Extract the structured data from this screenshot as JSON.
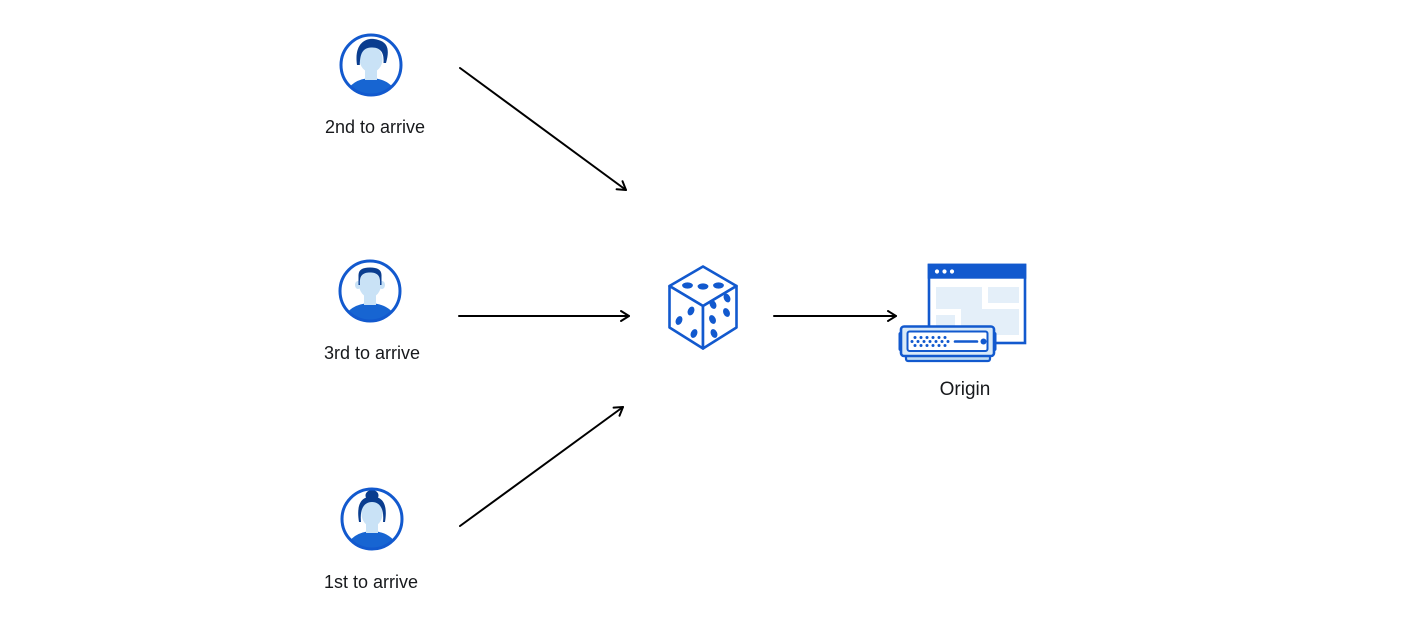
{
  "diagram": {
    "title": "request-coalescing-random-selection-diagram",
    "nodes": {
      "second": {
        "label": "2nd to arrive",
        "icon": "user-male-avatar-icon"
      },
      "third": {
        "label": "3rd to arrive",
        "icon": "user-male-avatar-icon"
      },
      "first": {
        "label": "1st to arrive",
        "icon": "user-female-avatar-icon"
      },
      "dice": {
        "icon": "dice-icon"
      },
      "origin": {
        "label": "Origin",
        "icon": "origin-server-icon"
      }
    },
    "edges": [
      {
        "from": "second",
        "to": "dice"
      },
      {
        "from": "third",
        "to": "dice"
      },
      {
        "from": "first",
        "to": "dice"
      },
      {
        "from": "dice",
        "to": "origin"
      }
    ],
    "colors": {
      "background": "#ffffff",
      "arrow": "#000000",
      "stroke_blue": "#1259ce",
      "shirt_blue": "#1765d2",
      "hair_navy": "#0a3d8f",
      "skin_light_blue": "#c9e2f6",
      "panel_light_blue": "#e4eff9",
      "server_fill_blue": "#d9eaf8",
      "label_text": "#17191c"
    }
  }
}
